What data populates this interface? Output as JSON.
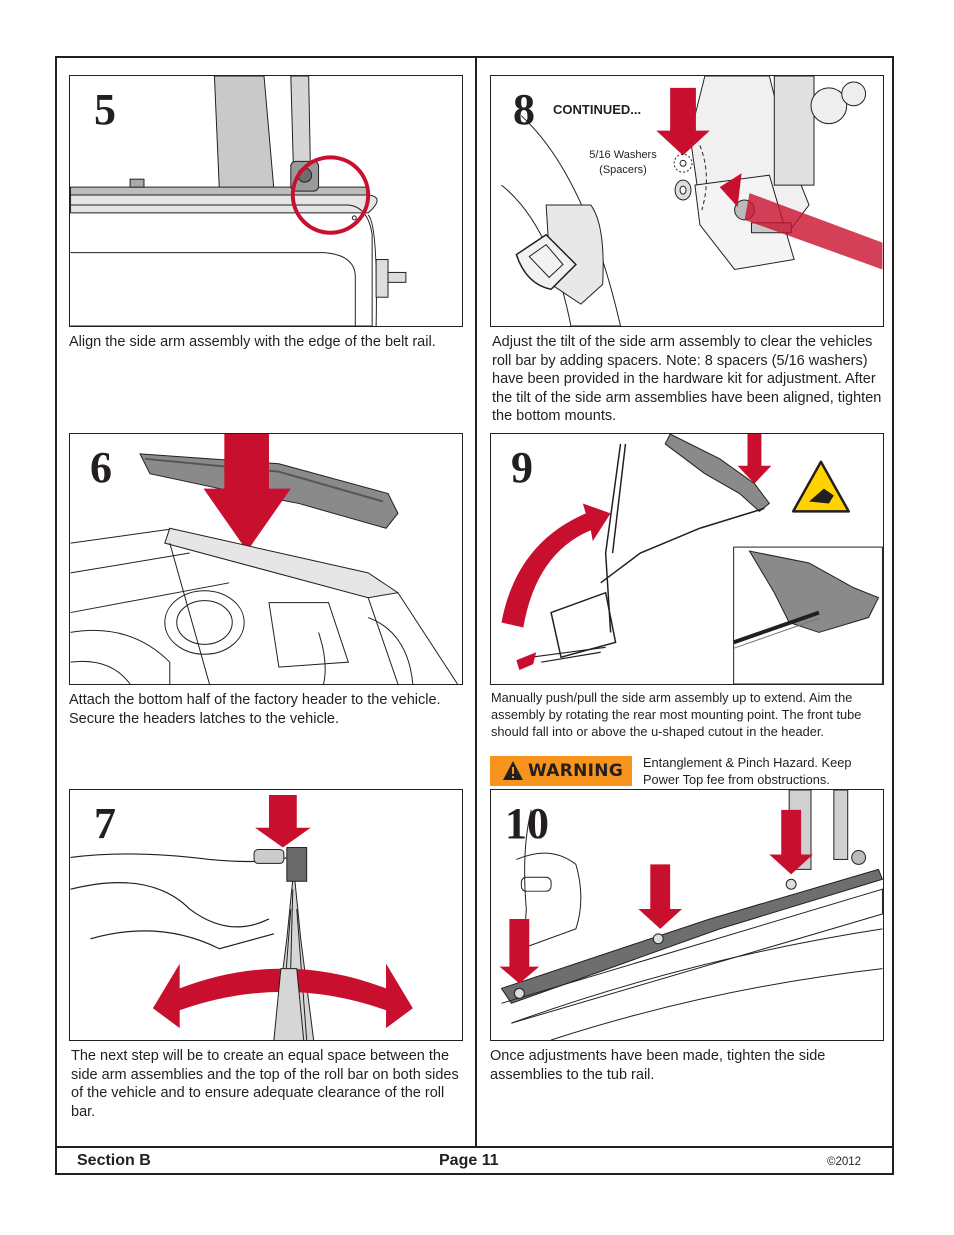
{
  "steps": [
    {
      "number": "5",
      "caption": "Align the side arm assembly with the edge of the belt rail."
    },
    {
      "number": "6",
      "caption": "Attach the bottom half of the factory header to the vehicle.  Secure the headers latches to the vehicle."
    },
    {
      "number": "7",
      "caption": "The next step will be to create an equal space between the side arm assemblies and the top of the roll bar on both sides of the vehicle and to ensure adequate clearance of the roll bar."
    },
    {
      "number": "8",
      "continued": "CONTINUED...",
      "label_washers": "5/16 Washers",
      "label_spacers": "(Spacers)",
      "caption": "Adjust the tilt of the side arm assembly to clear the vehicles roll bar by adding spacers.  Note: 8 spacers (5/16 washers) have been provided in the hardware kit for adjustment.  After the tilt of the side arm assemblies have been aligned, tighten the bottom mounts."
    },
    {
      "number": "9",
      "caption": "Manually push/pull the side arm assembly up to extend. Aim the assembly by rotating the rear most mounting point.  The front tube should fall into or above the u-shaped cutout in the header."
    },
    {
      "number": "10",
      "caption": "Once adjustments have been made, tighten the side assemblies to the tub rail."
    }
  ],
  "warning": {
    "badge": "WARNING",
    "text": "Entanglement & Pinch Hazard. Keep Power Top fee from obstructions."
  },
  "footer": {
    "section": "Section B",
    "page": "Page 11",
    "copyright": "©2012"
  },
  "colors": {
    "arrow_red": "#c8102e",
    "warning_orange": "#f7941d",
    "hazard_yellow": "#ffd200",
    "line": "#231f20"
  }
}
